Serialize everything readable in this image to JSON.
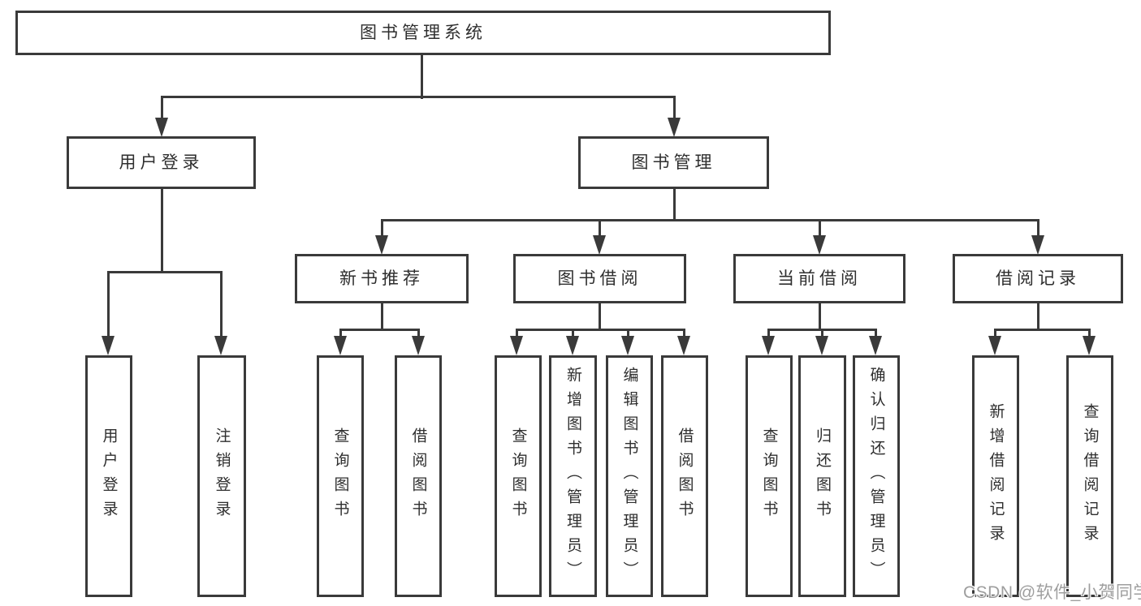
{
  "diagram_title": "图书管理系统",
  "tree": {
    "root": {
      "label": "图书管理系统"
    },
    "branches": [
      {
        "label": "用户登录",
        "children": [
          {
            "label": "用户登录"
          },
          {
            "label": "注销登录"
          }
        ]
      },
      {
        "label": "图书管理",
        "children": [
          {
            "label": "新书推荐",
            "children": [
              {
                "label": "查询图书"
              },
              {
                "label": "借阅图书"
              }
            ]
          },
          {
            "label": "图书借阅",
            "children": [
              {
                "label": "查询图书"
              },
              {
                "label": "新增图书（管理员）"
              },
              {
                "label": "编辑图书（管理员）"
              },
              {
                "label": "借阅图书"
              }
            ]
          },
          {
            "label": "当前借阅",
            "children": [
              {
                "label": "查询图书"
              },
              {
                "label": "归还图书"
              },
              {
                "label": "确认归还（管理员）"
              }
            ]
          },
          {
            "label": "借阅记录",
            "children": [
              {
                "label": "新增借阅记录"
              },
              {
                "label": "查询借阅记录"
              }
            ]
          }
        ]
      }
    ]
  },
  "watermark": {
    "text": "CSDN @软件_小贺同学"
  },
  "colors": {
    "line": "#3a3a3a",
    "text": "#2e2e2e",
    "background": "#ffffff",
    "watermark": "#9e9e9e"
  }
}
